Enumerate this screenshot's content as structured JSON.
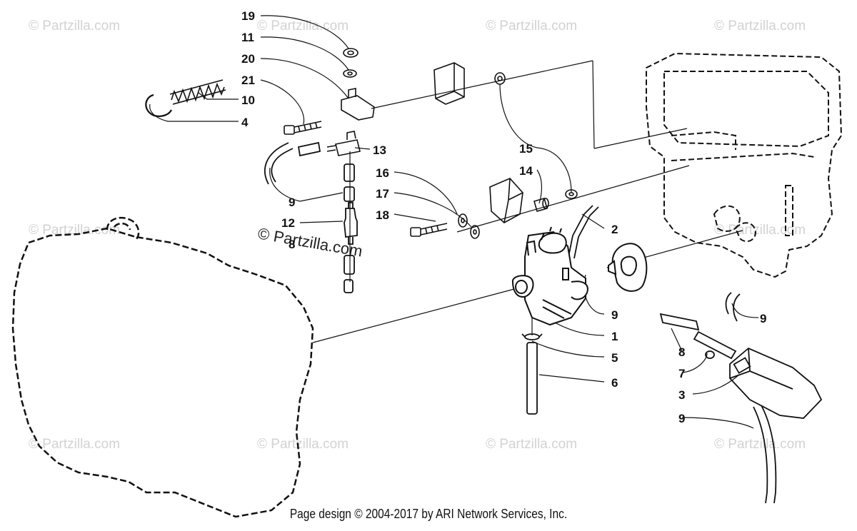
{
  "diagram": {
    "callouts": [
      "19",
      "11",
      "20",
      "21",
      "10",
      "4",
      "13",
      "15",
      "14",
      "16",
      "17",
      "18",
      "9",
      "12",
      "8",
      "9",
      "2",
      "1",
      "5",
      "6",
      "9",
      "8",
      "7",
      "3",
      "9"
    ],
    "watermark": "© Partzilla.com",
    "footer": "Page design © 2004-2017 by ARI Network Services, Inc."
  }
}
